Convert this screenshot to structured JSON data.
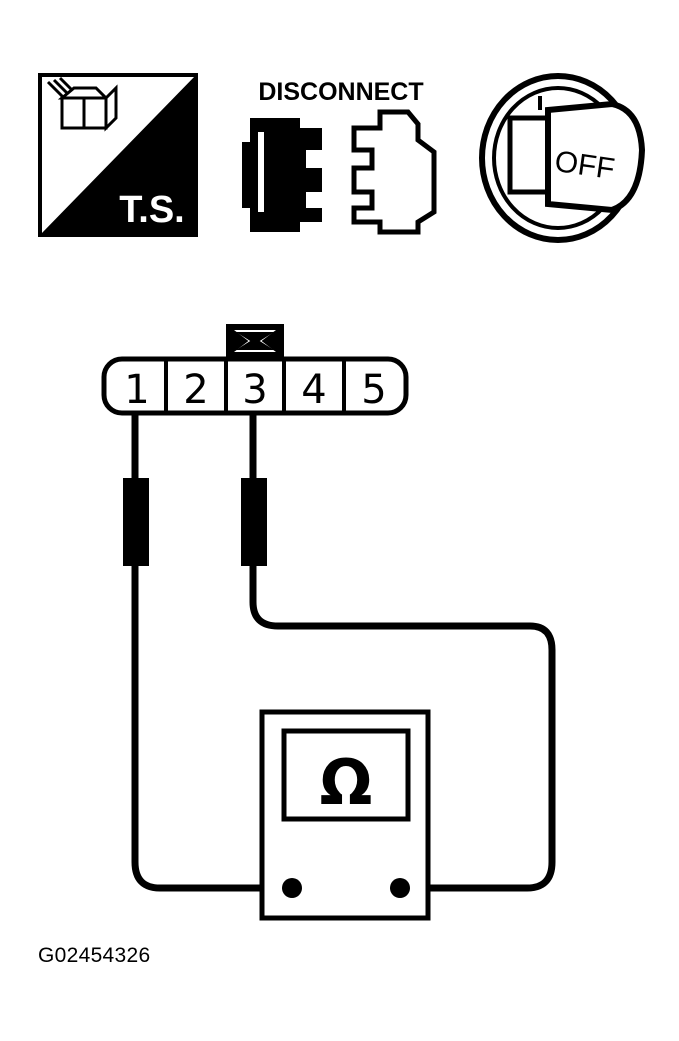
{
  "icons": {
    "test_symbol": {
      "label": "T.S.",
      "icon": "test-symbol-icon"
    },
    "disconnect": {
      "label": "DISCONNECT",
      "icon": "connector-disconnect-icon"
    },
    "ignition": {
      "label": "OFF",
      "icon": "ignition-key-off-icon"
    }
  },
  "connector": {
    "pins": [
      "1",
      "2",
      "3",
      "4",
      "5"
    ],
    "lock_icon": "connector-lock-icon"
  },
  "meter": {
    "symbol": "Ω",
    "icon": "ohmmeter-icon"
  },
  "figure_id": "G02454326"
}
